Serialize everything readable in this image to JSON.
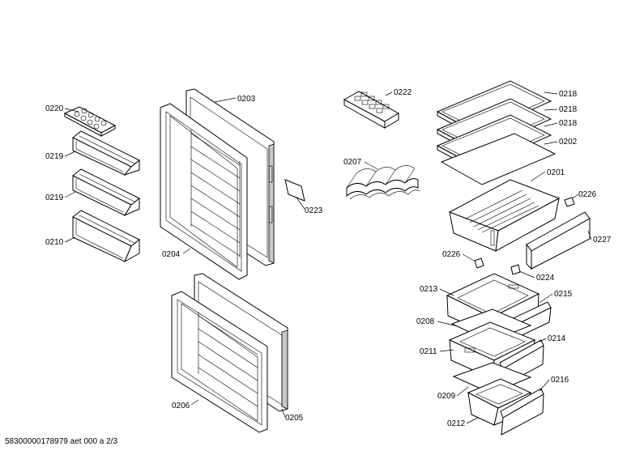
{
  "footer": {
    "doc_id": "58300000178979 aet 000 a 2/3"
  },
  "parts": {
    "p0220": "0220",
    "p0219a": "0219",
    "p0219b": "0219",
    "p0210": "0210",
    "p0203": "0203",
    "p0204": "0204",
    "p0223": "0223",
    "p0206": "0206",
    "p0205": "0205",
    "p0222": "0222",
    "p0207": "0207",
    "p0218a": "0218",
    "p0218b": "0218",
    "p0218c": "0218",
    "p0202": "0202",
    "p0201": "0201",
    "p0226a": "0226",
    "p0227": "0227",
    "p0226b": "0226",
    "p0224": "0224",
    "p0213": "0213",
    "p0215": "0215",
    "p0208": "0208",
    "p0214": "0214",
    "p0211": "0211",
    "p0216": "0216",
    "p0209": "0209",
    "p0212": "0212"
  }
}
